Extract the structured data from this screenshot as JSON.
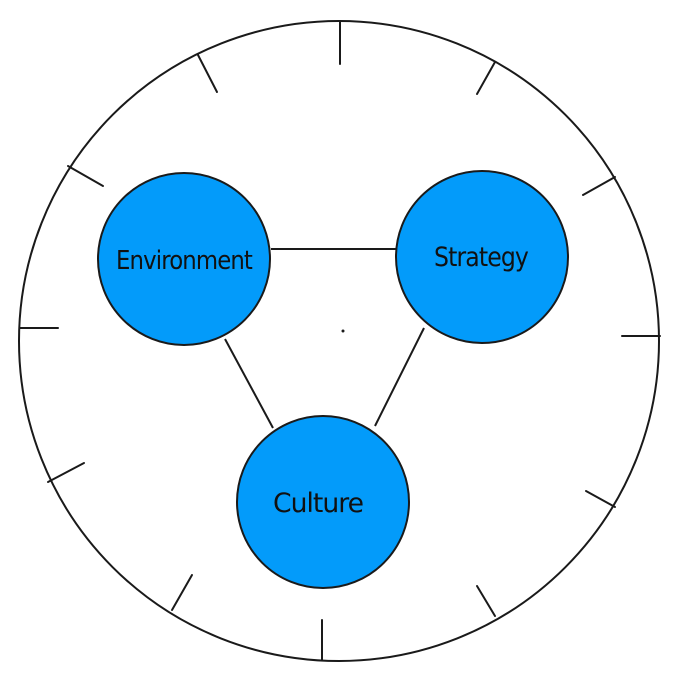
{
  "colors": {
    "node_fill": "#039BFA",
    "stroke": "#1a1a1a",
    "background": "#ffffff"
  },
  "nodes": {
    "environment": {
      "label": "Environment"
    },
    "strategy": {
      "label": "Strategy"
    },
    "culture": {
      "label": "Culture"
    }
  },
  "connections": [
    {
      "from": "environment",
      "to": "strategy"
    },
    {
      "from": "environment",
      "to": "culture"
    },
    {
      "from": "strategy",
      "to": "culture"
    }
  ]
}
